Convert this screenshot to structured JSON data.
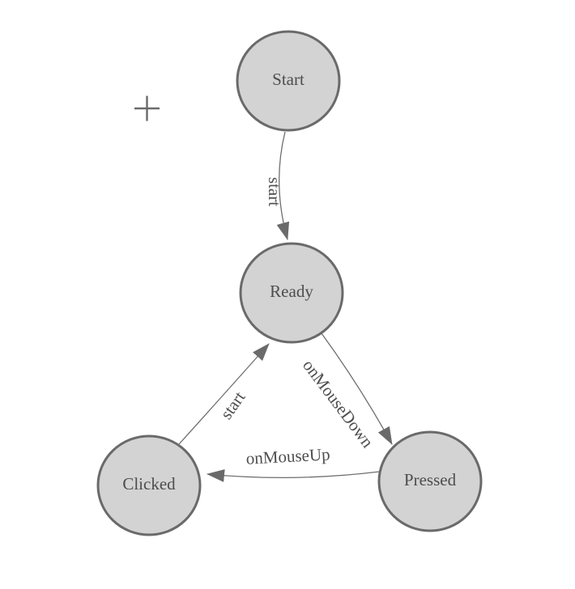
{
  "palette": {
    "background": "#ffffff",
    "node_fill": "#d3d3d3",
    "node_border": "#6a6a6a",
    "edge_color": "#6e6e6e",
    "arrowhead_color": "#6a6a6a",
    "label_color": "#4d4d4d"
  },
  "diagram": {
    "type": "state-diagram",
    "nodes": [
      {
        "id": "start",
        "label": "Start"
      },
      {
        "id": "ready",
        "label": "Ready"
      },
      {
        "id": "clicked",
        "label": "Clicked"
      },
      {
        "id": "pressed",
        "label": "Pressed"
      }
    ],
    "edges": [
      {
        "from": "Start",
        "to": "Ready",
        "label": "start"
      },
      {
        "from": "Ready",
        "to": "Pressed",
        "label": "onMouseDown"
      },
      {
        "from": "Pressed",
        "to": "Clicked",
        "label": "onMouseUp"
      },
      {
        "from": "Clicked",
        "to": "Ready",
        "label": "start"
      }
    ],
    "cursor": {
      "icon": "crosshair-icon"
    }
  }
}
